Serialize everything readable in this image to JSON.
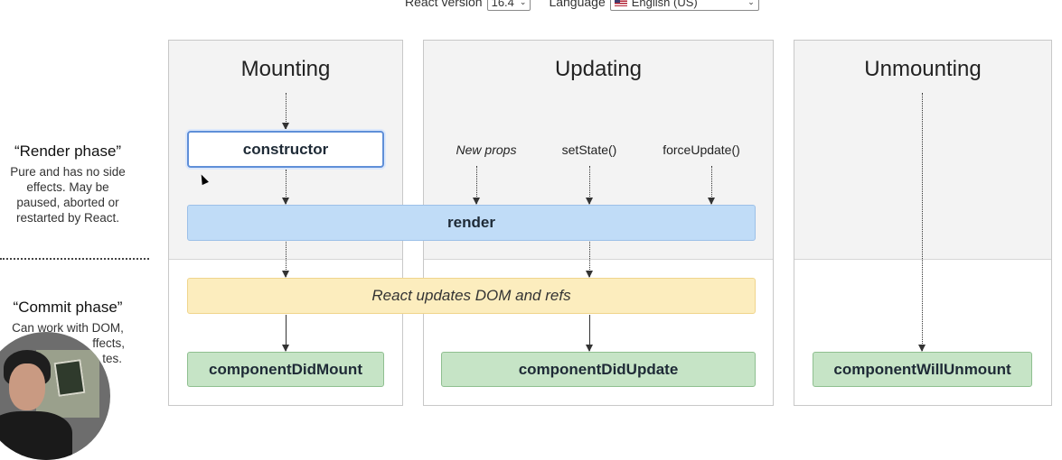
{
  "toolbar": {
    "react_version_label": "React version",
    "react_version_value": "16.4",
    "language_label": "Language",
    "language_value": "English (US)"
  },
  "columns": [
    {
      "title": "Mounting"
    },
    {
      "title": "Updating"
    },
    {
      "title": "Unmounting"
    }
  ],
  "phases": {
    "render": {
      "title": "“Render phase”",
      "description": "Pure and has no side effects. May be paused, aborted or restarted by React."
    },
    "commit": {
      "title": "“Commit phase”",
      "description_visible": "Can work with DOM,",
      "description_line2": "ffects,",
      "description_line3": "tes."
    }
  },
  "triggers": {
    "new_props": "New props",
    "set_state": "setState()",
    "force_update": "forceUpdate()"
  },
  "methods": {
    "constructor": "constructor",
    "render": "render",
    "dom_update": "React updates DOM and refs",
    "did_mount": "componentDidMount",
    "did_update": "componentDidUpdate",
    "will_unmount": "componentWillUnmount"
  }
}
